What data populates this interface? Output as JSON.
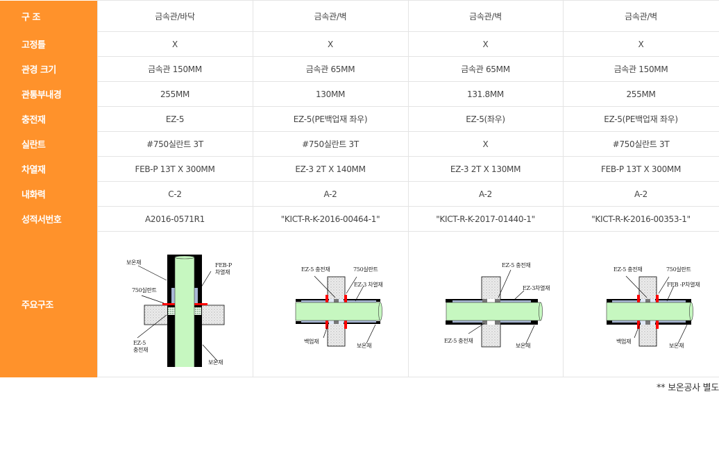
{
  "table": {
    "rows": [
      {
        "label": "구 조",
        "values": [
          "금속관/바닥",
          "금속관/벽",
          "금속관/벽",
          "금속관/벽"
        ]
      },
      {
        "label": "고정틀",
        "values": [
          "X",
          "X",
          "X",
          "X"
        ]
      },
      {
        "label": "관경 크기",
        "values": [
          "금속관 150MM",
          "금속관 65MM",
          "금속관 65MM",
          "금속관 150MM"
        ]
      },
      {
        "label": "관통부내경",
        "values": [
          "255MM",
          "130MM",
          "131.8MM",
          "255MM"
        ]
      },
      {
        "label": "충전재",
        "values": [
          "EZ-5",
          "EZ-5(PE백업재 좌우)",
          "EZ-5(좌우)",
          "EZ-5(PE백업재 좌우)"
        ]
      },
      {
        "label": "실란트",
        "values": [
          "#750실란트 3T",
          "#750실란트 3T",
          "X",
          "#750실란트 3T"
        ]
      },
      {
        "label": "차열재",
        "values": [
          "FEB-P 13T X 300MM",
          "EZ-3 2T X 140MM",
          "EZ-3 2T X 130MM",
          "FEB-P 13T X 300MM"
        ]
      },
      {
        "label": "내화력",
        "values": [
          "C-2",
          "A-2",
          "A-2",
          "A-2"
        ]
      },
      {
        "label": "성적서번호",
        "values": [
          "A2016-0571R1",
          "\"KICT-R-K-2016-00464-1\"",
          "\"KICT-R-K-2017-01440-1\"",
          "\"KICT-R-K-2016-00353-1\""
        ]
      }
    ],
    "diagram_row_label": "주요구조",
    "diagrams": [
      {
        "labels": {
          "insulation_top": "보온재",
          "heat_shield_1": "FEB-P",
          "heat_shield_2": "차열재",
          "sealant": "750실란트",
          "filler_1": "EZ-5",
          "filler_2": "충전재",
          "insulation_bottom": "보온재"
        }
      },
      {
        "labels": {
          "filler": "EZ-5 충전재",
          "sealant": "750실란트",
          "heat_shield": "EZ-3 차열재",
          "backup": "백업재",
          "insulation": "보온재"
        }
      },
      {
        "labels": {
          "filler_top": "EZ-5 충전재",
          "heat_shield": "EZ-3차열재",
          "filler_bottom": "EZ-5 충전재",
          "insulation": "보온재"
        }
      },
      {
        "labels": {
          "filler": "EZ-5 충전재",
          "sealant": "750실란트",
          "heat_shield": "FEB -P차열재",
          "backup": "백업재",
          "insulation": "보온재"
        }
      }
    ]
  },
  "footnote": "** 보온공사 별도",
  "colors": {
    "header_bg": "#ff922b",
    "header_text": "#ffffff",
    "border": "#e4e4e4",
    "pipe": "#c6f7c0",
    "sealant": "#ff0000",
    "heat_shield": "#a9b8d6",
    "insulation": "#000000",
    "concrete": "#e6e6e6"
  }
}
